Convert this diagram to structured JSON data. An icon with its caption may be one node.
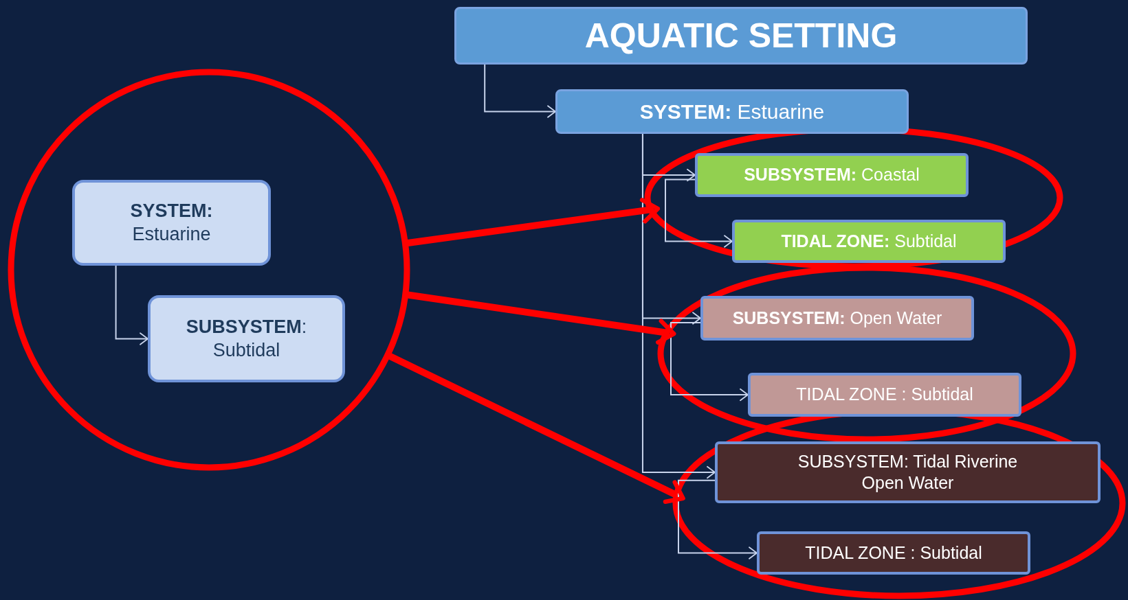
{
  "diagram": {
    "nodes": [
      {
        "text": [
          "AQUATIC SETTING"
        ]
      },
      {
        "text": [
          "**SYSTEM:** Estuarine"
        ]
      },
      {
        "text": [],
        "shape": "ellipse"
      },
      {
        "text": [
          "**SUBSYSTEM:** Coastal"
        ],
        "in": 2
      },
      {
        "text": [
          "**TIDAL ZONE:** Subtidal"
        ],
        "in": 2
      },
      {
        "text": [],
        "shape": "ellipse"
      },
      {
        "text": [
          "**SUBSYSTEM:** Open Water"
        ],
        "in": 5
      },
      {
        "text": [
          "TIDAL ZONE : Subtidal"
        ],
        "in": 5
      },
      {
        "text": [],
        "shape": "ellipse"
      },
      {
        "text": [
          "SUBSYSTEM: Tidal Riverine Open Water"
        ],
        "in": 8
      },
      {
        "text": [
          "TIDAL ZONE : Subtidal"
        ],
        "in": 8
      },
      {
        "text": [],
        "shape": "circle"
      },
      {
        "text": [
          "**SYSTEM:** Estuarine"
        ],
        "in": 11
      },
      {
        "text": [
          "**SUBSYSTEM**: Subtidal"
        ],
        "in": 11
      }
    ],
    "edges": [
      {
        "from": 0,
        "to": 1,
        "arrow": "to"
      },
      {
        "from": 1,
        "to": 3,
        "arrow": "to"
      },
      {
        "from": 3,
        "to": 4,
        "arrow": "to"
      },
      {
        "from": 1,
        "to": 6,
        "arrow": "to"
      },
      {
        "from": 6,
        "to": 7,
        "arrow": "to"
      },
      {
        "from": 1,
        "to": 9,
        "arrow": "to"
      },
      {
        "from": 9,
        "to": 10,
        "arrow": "to"
      },
      {
        "from": 12,
        "to": 13,
        "arrow": "to"
      },
      {
        "from": 11,
        "to": 2,
        "arrow": "to",
        "style": "thick",
        "color": "#ff0000"
      },
      {
        "from": 11,
        "to": 5,
        "arrow": "to",
        "style": "thick",
        "color": "#ff0000"
      },
      {
        "from": 11,
        "to": 8,
        "arrow": "to",
        "style": "thick",
        "color": "#ff0000"
      }
    ]
  }
}
